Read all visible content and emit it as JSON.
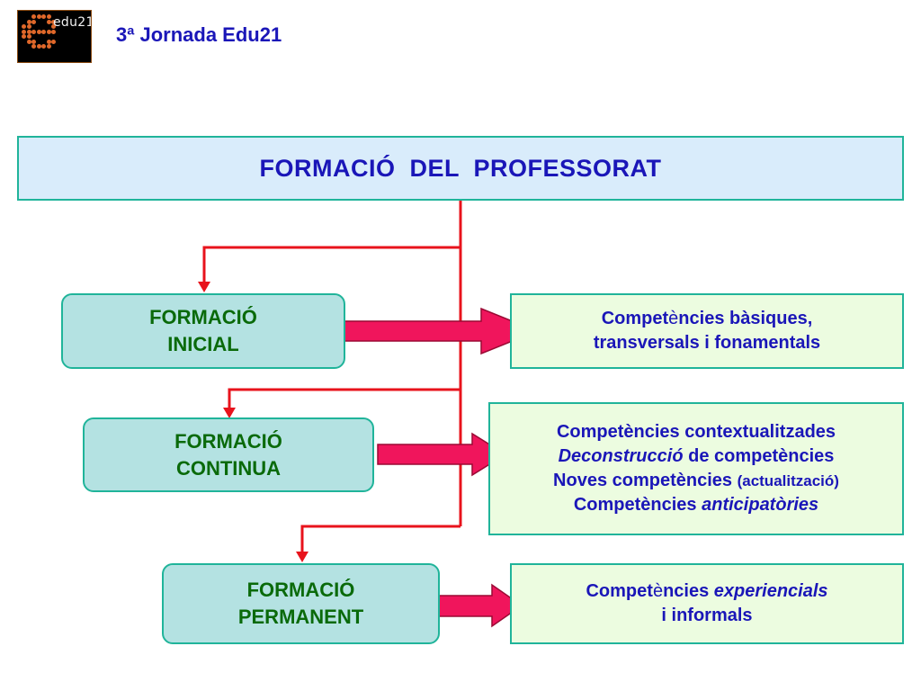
{
  "header": {
    "logo_text": "edu21",
    "title": "3ª Jornada Edu21"
  },
  "main": {
    "title": "FORMACIÓ  DEL  PROFESSORAT"
  },
  "branches": [
    {
      "formacio": {
        "line1": "FORMACIÓ",
        "line2": "INICIAL"
      },
      "competencies": {
        "line1_a": "Compet",
        "line1_b": "è",
        "line1_c": "ncies bàsiques,",
        "line2": "transversals i fonamentals"
      }
    },
    {
      "formacio": {
        "line1": "FORMACIÓ",
        "line2": "CONTINUA"
      },
      "competencies": {
        "line1": "Competències contextualitzades",
        "line2_italic": "Deconstrucció",
        "line2_rest": " de competències",
        "line3": "Noves competències ",
        "line3_small": "(actualització)",
        "line4": "Competències ",
        "line4_italic": "anticipatòries"
      }
    },
    {
      "formacio": {
        "line1": "FORMACIÓ",
        "line2": "PERMANENT"
      },
      "competencies": {
        "line1_a": "Compet",
        "line1_b": "è",
        "line1_c": "ncies ",
        "line1_italic": "experiencials",
        "line2": "i informals"
      }
    }
  ],
  "colors": {
    "connector": "#e8131c",
    "arrow_fill": "#f0155c",
    "arrow_stroke": "#9a0a34",
    "title_blue": "#1a16b8",
    "green_text": "#0a6a0a",
    "border_teal": "#20b49a"
  }
}
